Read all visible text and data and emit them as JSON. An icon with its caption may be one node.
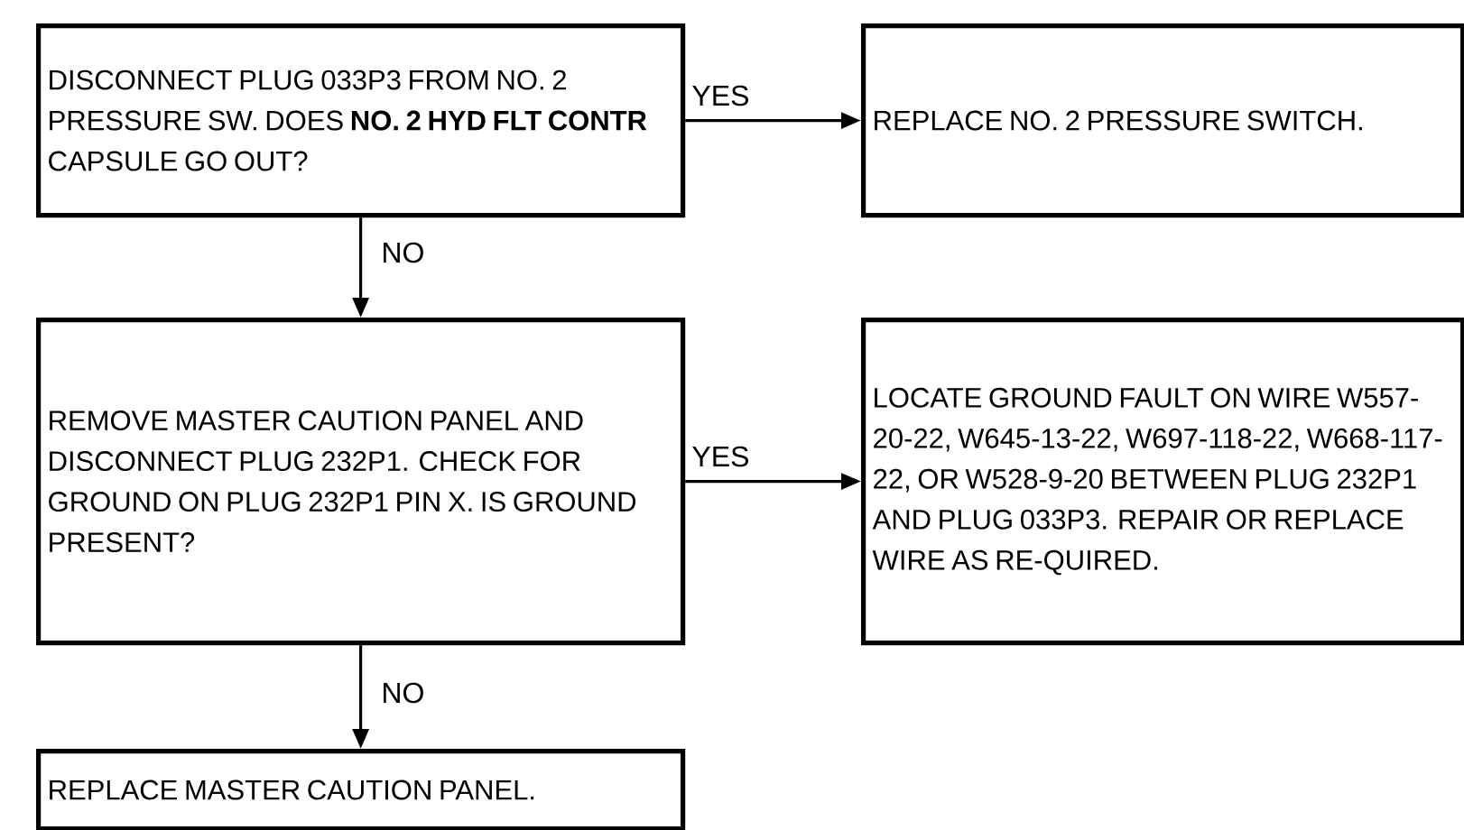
{
  "diagram": {
    "nodes": [
      {
        "text": [
          "DISCONNECT PLUG 033P3 FROM NO. 2 PRESSURE SW. DOES **NO. 2 HYD FLT CONTR** CAPSULE GO OUT?"
        ]
      },
      {
        "text": [
          "REPLACE NO. 2 PRESSURE SWITCH."
        ]
      },
      {
        "text": [
          "REMOVE MASTER CAUTION PANEL AND DISCONNECT PLUG 232P1. CHECK FOR GROUND ON PLUG 232P1 PIN X. IS GROUND PRESENT?"
        ]
      },
      {
        "text": [
          "LOCATE GROUND FAULT ON WIRE W557-20-22, W645-13-22, W697-118-22, W668-117-22, OR W528-9-20 BETWEEN PLUG 232P1 AND PLUG 033P3. REPAIR OR REPLACE WIRE AS RE-QUIRED."
        ]
      },
      {
        "text": [
          "REPLACE MASTER CAUTION PANEL."
        ]
      }
    ],
    "edges": [
      {
        "from": 0,
        "to": 1,
        "arrow": "to",
        "label": "YES"
      },
      {
        "from": 0,
        "to": 2,
        "arrow": "to",
        "label": "NO"
      },
      {
        "from": 2,
        "to": 3,
        "arrow": "to",
        "label": "YES"
      },
      {
        "from": 2,
        "to": 4,
        "arrow": "to",
        "label": "NO"
      }
    ]
  }
}
